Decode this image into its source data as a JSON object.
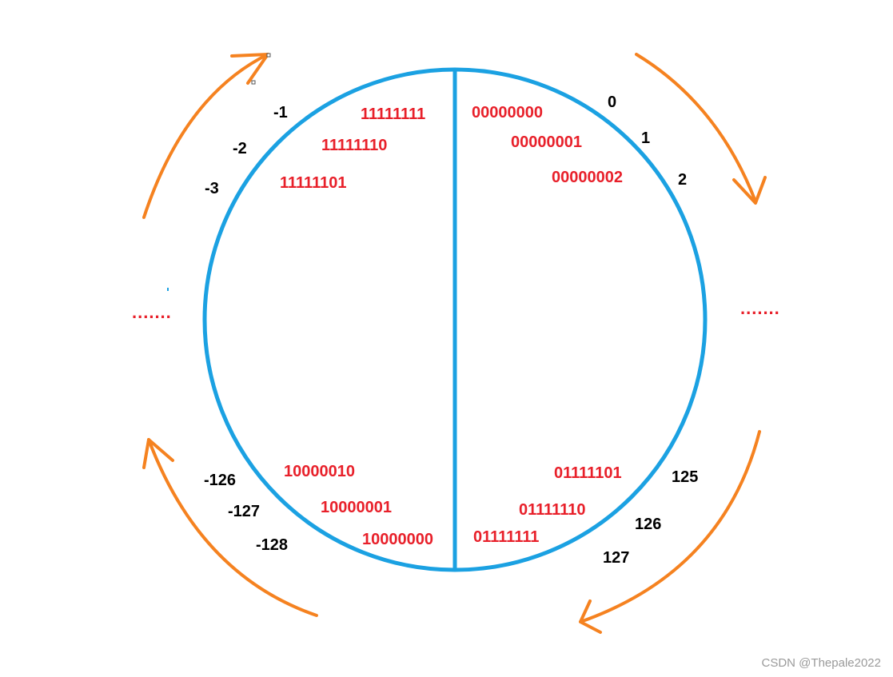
{
  "colors": {
    "circle": "#1ba1e2",
    "binary_text": "#e8202a",
    "decimal_text": "#000000",
    "arrows": "#f58220",
    "watermark": "#9a9a9a"
  },
  "right_half": {
    "top": [
      {
        "decimal": "0",
        "binary": "00000000"
      },
      {
        "decimal": "1",
        "binary": "00000001"
      },
      {
        "decimal": "2",
        "binary": "00000002"
      }
    ],
    "bottom": [
      {
        "decimal": "125",
        "binary": "01111101"
      },
      {
        "decimal": "126",
        "binary": "01111110"
      },
      {
        "decimal": "127",
        "binary": "01111111"
      }
    ],
    "ellipsis": "......."
  },
  "left_half": {
    "top": [
      {
        "decimal": "-1",
        "binary": "11111111"
      },
      {
        "decimal": "-2",
        "binary": "11111110"
      },
      {
        "decimal": "-3",
        "binary": "11111101"
      }
    ],
    "bottom": [
      {
        "decimal": "-126",
        "binary": "10000010"
      },
      {
        "decimal": "-127",
        "binary": "10000001"
      },
      {
        "decimal": "-128",
        "binary": "10000000"
      }
    ],
    "ellipsis": "......."
  },
  "watermark": "CSDN @Thepale2022"
}
